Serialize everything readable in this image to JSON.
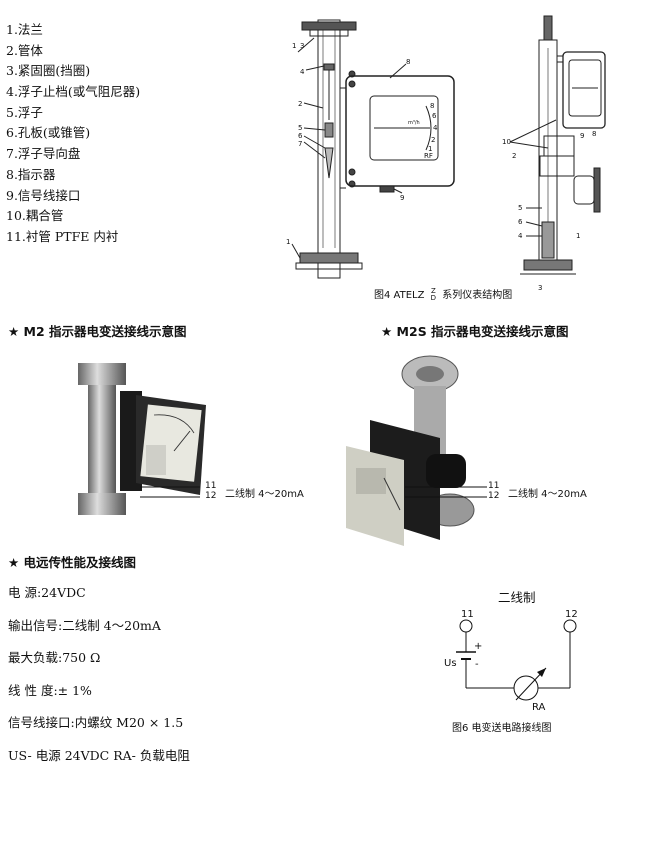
{
  "parts_list": [
    "1.法兰",
    "2.管体",
    "3.紧固圈(挡圈)",
    "4.浮子止档(或气阻尼器)",
    "5.浮子",
    "6.孔板(或锥管)",
    "7.浮子导向盘",
    "8.指示器",
    "9.信号线接口",
    "10.耦合管",
    "11.衬管 PTFE 内衬"
  ],
  "figure4": {
    "caption_prefix": "图4  ATELZ",
    "caption_z": "Z",
    "caption_d": "D",
    "caption_suffix": "系列仪表结构图",
    "dial_scale": [
      "8",
      "6",
      "4",
      "2",
      "1"
    ],
    "dial_unit": "m³/h",
    "dial_rf": "RF",
    "callouts": [
      "1",
      "2",
      "3",
      "4",
      "5",
      "6",
      "7",
      "8",
      "9",
      "10"
    ]
  },
  "m2": {
    "title": "★ M2 指示器电变送接线示意图",
    "terminal_11": "11",
    "terminal_12": "12",
    "wire_label": "二线制 4～20mA"
  },
  "m2s": {
    "title": "★ M2S 指示器电变送接线示意图",
    "terminal_11": "11",
    "terminal_12": "12",
    "wire_label": "二线制 4～20mA"
  },
  "performance": {
    "title": "★ 电远传性能及接线图",
    "specs": [
      "电    源:24VDC",
      "输出信号:二线制 4～20mA",
      "最大负载:750 Ω",
      "线  性  度:± 1%",
      "信号线接口:内螺纹 M20 × 1.5",
      "US- 电源 24VDC  RA- 负载电阻"
    ]
  },
  "circuit": {
    "title": "二线制",
    "terminal_left": "11",
    "terminal_right": "12",
    "plus": "+",
    "minus": "-",
    "source_label": "Us",
    "load_label": "RA",
    "caption": "图6   电变送电路接线图"
  }
}
